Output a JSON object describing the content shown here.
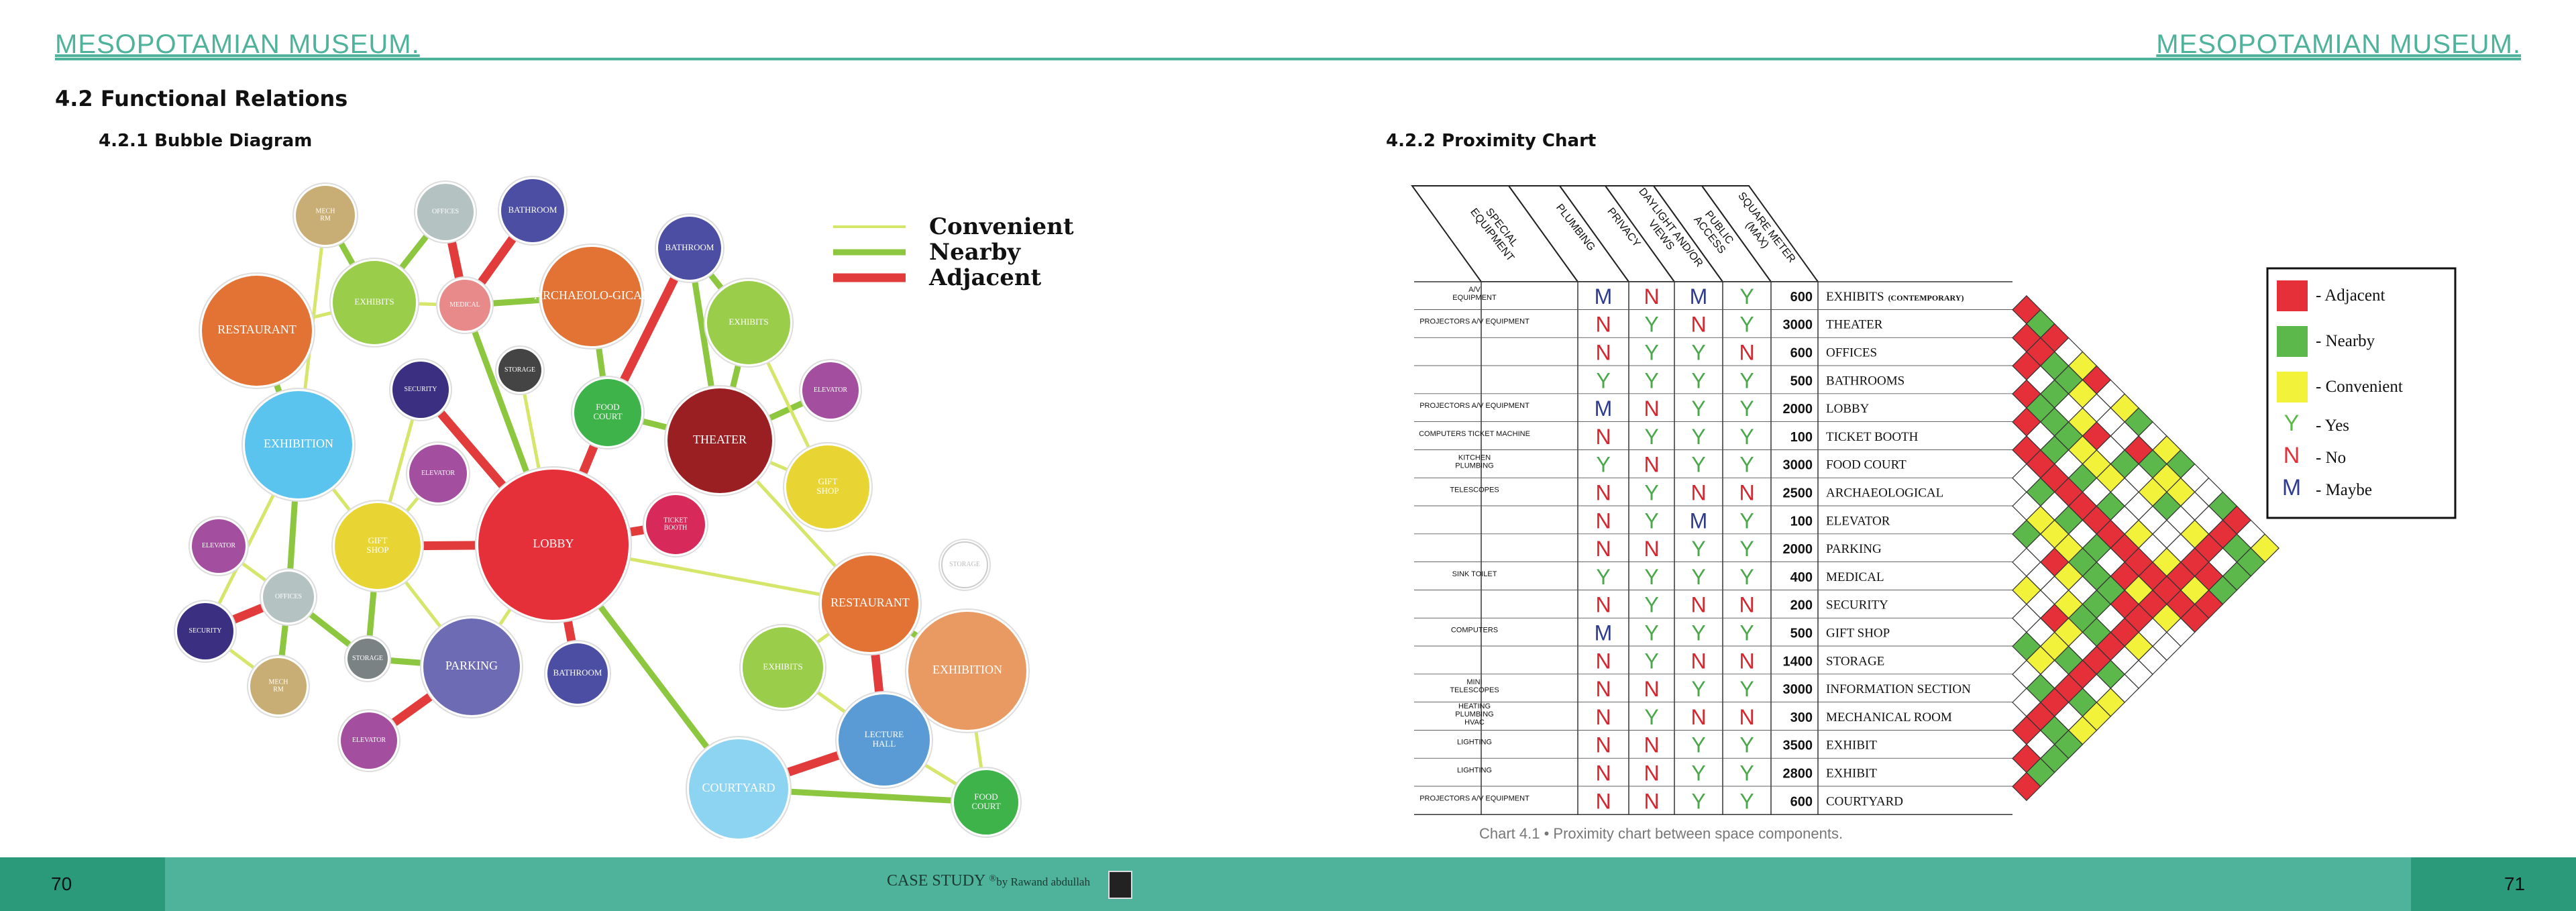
{
  "header": {
    "left_title": "MESOPOTAMIAN MUSEUM.",
    "right_title": "MESOPOTAMIAN MUSEUM."
  },
  "section_title": "4.2  Functional Relations",
  "bubble_subtitle": "4.2.1 Bubble Diagram",
  "proximity_subtitle": "4.2.2 Proximity Chart",
  "bubble_legend": [
    {
      "label": "Convenient",
      "color": "#d6e66a"
    },
    {
      "label": "Nearby",
      "color": "#8dc63f"
    },
    {
      "label": "Adjacent",
      "color": "#e23b3b"
    }
  ],
  "bubbles": [
    {
      "label": "MECH RM",
      "color": "#c8ae74"
    },
    {
      "label": "OFFICES",
      "color": "#b5c2c2"
    },
    {
      "label": "BATHROOM",
      "color": "#4b4ea3"
    },
    {
      "label": "BATHROOM",
      "color": "#4b4ea3"
    },
    {
      "label": "RESTAURANT",
      "color": "#e27335"
    },
    {
      "label": "EXHIBITS",
      "color": "#9acd4a"
    },
    {
      "label": "MEDICAL",
      "color": "#e88a8a"
    },
    {
      "label": "ARCHAEOLO-GICAL",
      "color": "#e27335"
    },
    {
      "label": "EXHIBITS",
      "color": "#9acd4a"
    },
    {
      "label": "SECURITY",
      "color": "#3a2f80"
    },
    {
      "label": "STORAGE",
      "color": "#444444"
    },
    {
      "label": "FOOD COURT",
      "color": "#3db34a"
    },
    {
      "label": "ELEVATOR",
      "color": "#a34e9f"
    },
    {
      "label": "EXHIBITION",
      "color": "#5bc4ee"
    },
    {
      "label": "THEATER",
      "color": "#9a1f23"
    },
    {
      "label": "ELEVATOR",
      "color": "#a34e9f"
    },
    {
      "label": "GIFT SHOP",
      "color": "#e8d534"
    },
    {
      "label": "ELEVATOR",
      "color": "#a34e9f"
    },
    {
      "label": "GIFT SHOP",
      "color": "#e8d534"
    },
    {
      "label": "LOBBY",
      "color": "#e5303a"
    },
    {
      "label": "TICKET BOOTH",
      "color": "#d72a5a"
    },
    {
      "label": "OFFICES",
      "color": "#b5c2c2"
    },
    {
      "label": "SECURITY",
      "color": "#3a2f80"
    },
    {
      "label": "STORAGE",
      "color": "#7a8284"
    },
    {
      "label": "PARKING",
      "color": "#6e6bb5"
    },
    {
      "label": "RESTAURANT",
      "color": "#e27335"
    },
    {
      "label": "MECH RM",
      "color": "#c8ae74"
    },
    {
      "label": "BATHROOM",
      "color": "#4b4ea3"
    },
    {
      "label": "EXHIBITS",
      "color": "#9acd4a"
    },
    {
      "label": "EXHIBITION",
      "color": "#e89a62"
    },
    {
      "label": "ELEVATOR",
      "color": "#a34e9f"
    },
    {
      "label": "LECTURE HALL",
      "color": "#5b9bd5"
    },
    {
      "label": "COURTYARD",
      "color": "#8dd3f2"
    },
    {
      "label": "FOOD COURT",
      "color": "#3db34a"
    },
    {
      "label": "STORAGE",
      "color": "#ffffff"
    }
  ],
  "proximity": {
    "column_headers": [
      "SPECIAL EQUIPMENT",
      "PLUMBING",
      "PRIVACY",
      "DAYLIGHT AND/OR VIEWS",
      "PUBLIC ACCESS",
      "SQUARE METER (MAX)"
    ],
    "rows": [
      {
        "equip": "A/V EQUIPMENT",
        "plumbing": "M",
        "privacy": "N",
        "daylight": "M",
        "access": "Y",
        "sqm": "600",
        "name": "EXHIBITS",
        "note": "(CONTEMPORARY)"
      },
      {
        "equip": "PROJECTORS A/V EQUIPMENT",
        "plumbing": "N",
        "privacy": "Y",
        "daylight": "N",
        "access": "Y",
        "sqm": "3000",
        "name": "THEATER",
        "note": ""
      },
      {
        "equip": "",
        "plumbing": "N",
        "privacy": "Y",
        "daylight": "Y",
        "access": "N",
        "sqm": "600",
        "name": "OFFICES",
        "note": ""
      },
      {
        "equip": "",
        "plumbing": "Y",
        "privacy": "Y",
        "daylight": "Y",
        "access": "Y",
        "sqm": "500",
        "name": "BATHROOMS",
        "note": ""
      },
      {
        "equip": "PROJECTORS A/V EQUIPMENT",
        "plumbing": "M",
        "privacy": "N",
        "daylight": "Y",
        "access": "Y",
        "sqm": "2000",
        "name": "LOBBY",
        "note": ""
      },
      {
        "equip": "COMPUTERS TICKET MACHINE",
        "plumbing": "N",
        "privacy": "Y",
        "daylight": "Y",
        "access": "Y",
        "sqm": "100",
        "name": "TICKET BOOTH",
        "note": ""
      },
      {
        "equip": "KITCHEN PLUMBING",
        "plumbing": "Y",
        "privacy": "N",
        "daylight": "Y",
        "access": "Y",
        "sqm": "3000",
        "name": "FOOD COURT",
        "note": ""
      },
      {
        "equip": "TELESCOPES",
        "plumbing": "N",
        "privacy": "Y",
        "daylight": "N",
        "access": "N",
        "sqm": "2500",
        "name": "ARCHAEOLOGICAL",
        "note": ""
      },
      {
        "equip": "",
        "plumbing": "N",
        "privacy": "Y",
        "daylight": "M",
        "access": "Y",
        "sqm": "100",
        "name": "ELEVATOR",
        "note": ""
      },
      {
        "equip": "",
        "plumbing": "N",
        "privacy": "N",
        "daylight": "Y",
        "access": "Y",
        "sqm": "2000",
        "name": "PARKING",
        "note": ""
      },
      {
        "equip": "SINK TOILET",
        "plumbing": "Y",
        "privacy": "Y",
        "daylight": "Y",
        "access": "Y",
        "sqm": "400",
        "name": "MEDICAL",
        "note": ""
      },
      {
        "equip": "",
        "plumbing": "N",
        "privacy": "Y",
        "daylight": "N",
        "access": "N",
        "sqm": "200",
        "name": "SECURITY",
        "note": ""
      },
      {
        "equip": "COMPUTERS",
        "plumbing": "M",
        "privacy": "Y",
        "daylight": "Y",
        "access": "Y",
        "sqm": "500",
        "name": "GIFT SHOP",
        "note": ""
      },
      {
        "equip": "",
        "plumbing": "N",
        "privacy": "Y",
        "daylight": "N",
        "access": "N",
        "sqm": "1400",
        "name": "STORAGE",
        "note": ""
      },
      {
        "equip": "MINI TELESCOPES",
        "plumbing": "N",
        "privacy": "N",
        "daylight": "Y",
        "access": "Y",
        "sqm": "3000",
        "name": "INFORMATION SECTION",
        "note": ""
      },
      {
        "equip": "HEATING PLUMBING HVAC",
        "plumbing": "N",
        "privacy": "Y",
        "daylight": "N",
        "access": "N",
        "sqm": "300",
        "name": "MECHANICAL ROOM",
        "note": ""
      },
      {
        "equip": "LIGHTING",
        "plumbing": "N",
        "privacy": "N",
        "daylight": "Y",
        "access": "Y",
        "sqm": "3500",
        "name": "EXHIBIT",
        "note": ""
      },
      {
        "equip": "LIGHTING",
        "plumbing": "N",
        "privacy": "N",
        "daylight": "Y",
        "access": "Y",
        "sqm": "2800",
        "name": "EXHIBIT",
        "note": ""
      },
      {
        "equip": "PROJECTORS A/V EQUIPMENT",
        "plumbing": "N",
        "privacy": "N",
        "daylight": "Y",
        "access": "Y",
        "sqm": "600",
        "name": "COURTYARD",
        "note": ""
      }
    ],
    "legend": [
      {
        "label": "- Adjacent",
        "color": "#e5303a"
      },
      {
        "label": "- Nearby",
        "color": "#5cb84a"
      },
      {
        "label": "- Convenient",
        "color": "#f2f23a"
      },
      {
        "letter": "Y",
        "label": "- Yes",
        "color": "#5cb84a"
      },
      {
        "letter": "N",
        "label": "- No",
        "color": "#e5303a"
      },
      {
        "letter": "M",
        "label": "- Maybe",
        "color": "#2f3b8f"
      }
    ],
    "caption": "Chart 4.1 • Proximity chart between space components.",
    "letter_colors": {
      "Y": "#4aa84a",
      "N": "#d8262f",
      "M": "#2f3b8f"
    }
  },
  "footer": {
    "page_left": "70",
    "page_right": "71",
    "credit_main": "CASE STUDY",
    "credit_by": "by Rawand abdullah"
  }
}
